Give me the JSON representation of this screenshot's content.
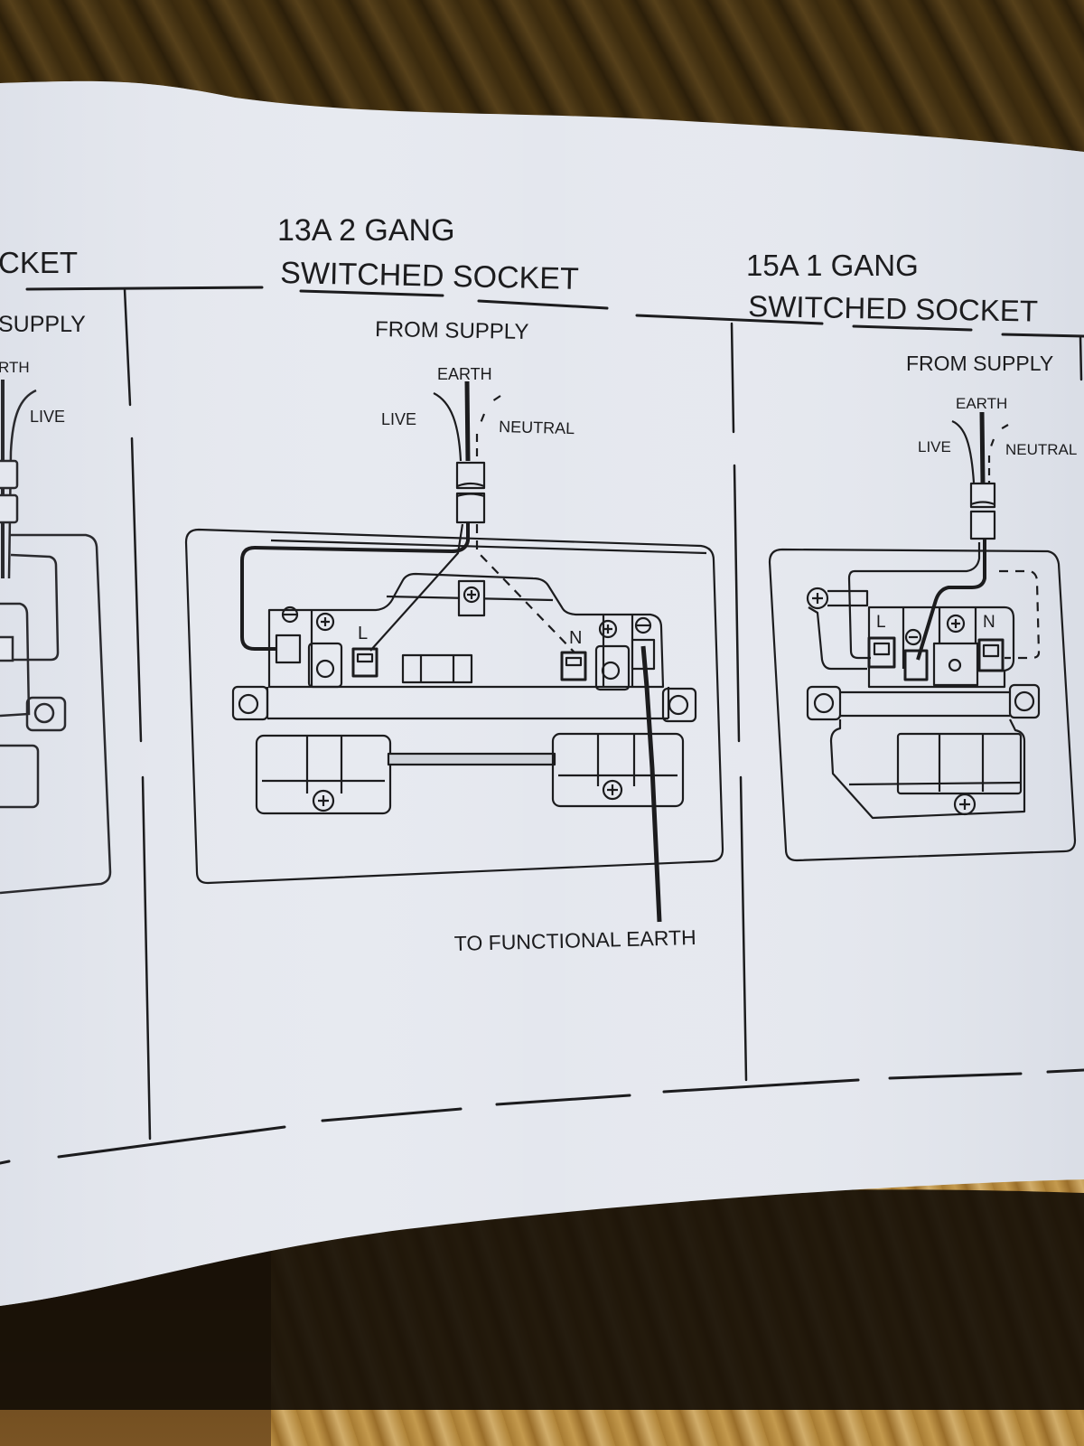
{
  "scene": {
    "description": "Photo of a printed electrical wiring instruction leaflet on a wooden table",
    "paper_color": "#e4e7ee",
    "ink_color": "#1c1c1e",
    "wood_dark_color": "#3b2a0e",
    "wood_light_color": "#c49a4e"
  },
  "left_panel": {
    "title_fragment": "CKET",
    "supply_fragment": "SUPPLY",
    "earth_fragment": "RTH",
    "live_label": "LIVE"
  },
  "middle_panel": {
    "title_line1": "13A 2 GANG",
    "title_line2": "SWITCHED SOCKET",
    "from_supply": "FROM SUPPLY",
    "earth_label": "EARTH",
    "live_label": "LIVE",
    "neutral_label": "NEUTRAL",
    "terminal_live": "L",
    "terminal_neutral": "N",
    "functional_earth": "TO FUNCTIONAL EARTH"
  },
  "right_panel": {
    "title_line1": "15A 1 GANG",
    "title_line2": "SWITCHED SOCKET",
    "from_supply": "FROM SUPPLY",
    "earth_label": "EARTH",
    "live_label": "LIVE",
    "neutral_label": "NEUTRAL",
    "terminal_live": "L",
    "terminal_neutral": "N"
  }
}
